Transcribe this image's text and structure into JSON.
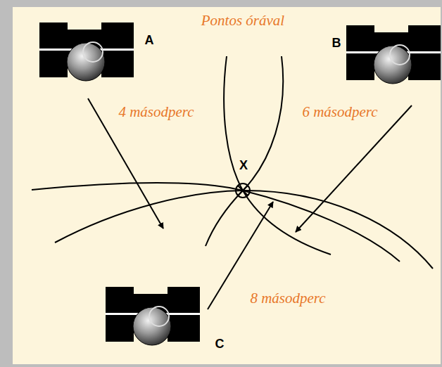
{
  "diagram": {
    "title": "Pontos órával",
    "labels": [
      "A",
      "B",
      "4 másodperc",
      "6 másodperc",
      "X",
      "8 másodperc",
      "C"
    ]
  }
}
